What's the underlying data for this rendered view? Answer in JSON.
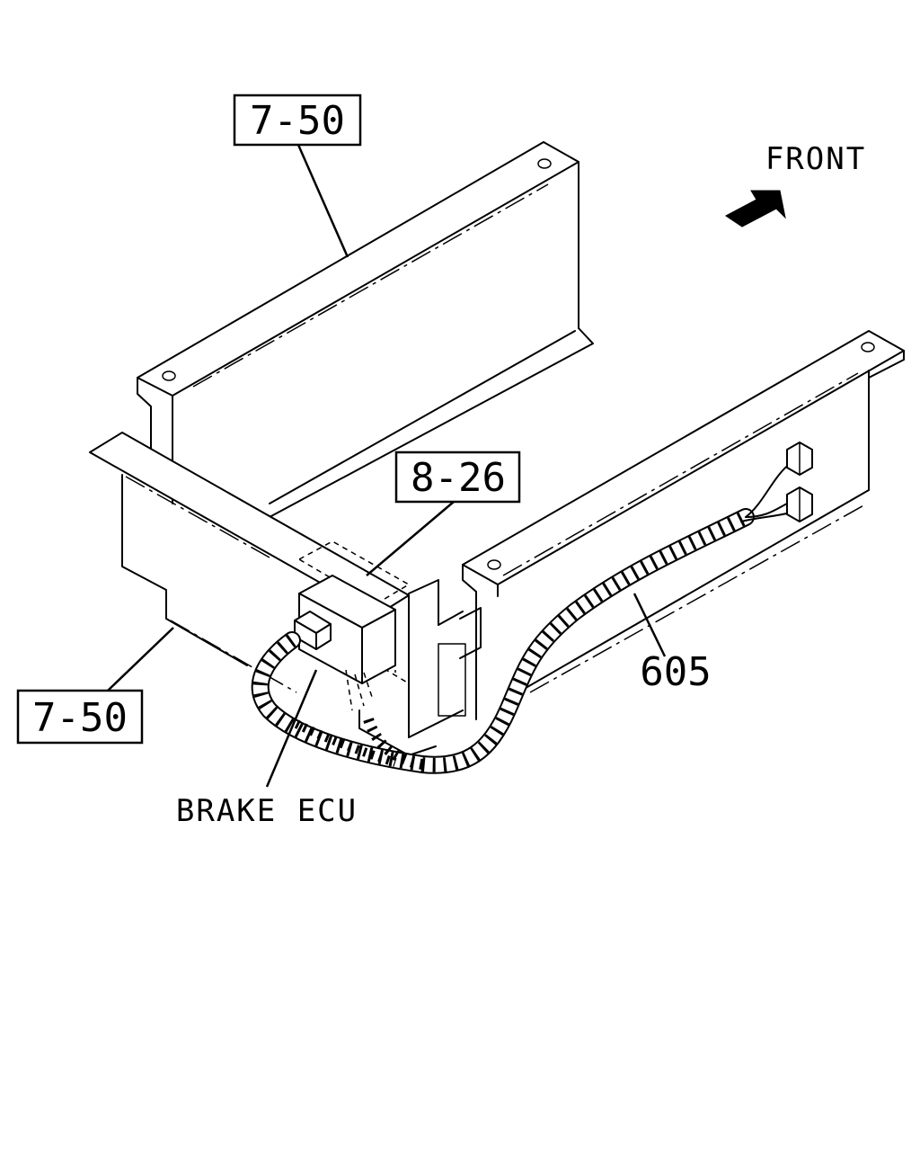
{
  "diagram": {
    "callouts": {
      "ref_top": "7-50",
      "ref_bottom": "7-50",
      "ref_bracket": "8-26"
    },
    "labels": {
      "front": "FRONT",
      "part_number": "605",
      "brake_ecu": "BRAKE ECU"
    },
    "icons": {
      "front_arrow": "arrow-up-right-icon"
    },
    "colors": {
      "ink": "#000000",
      "paper": "#ffffff"
    }
  }
}
